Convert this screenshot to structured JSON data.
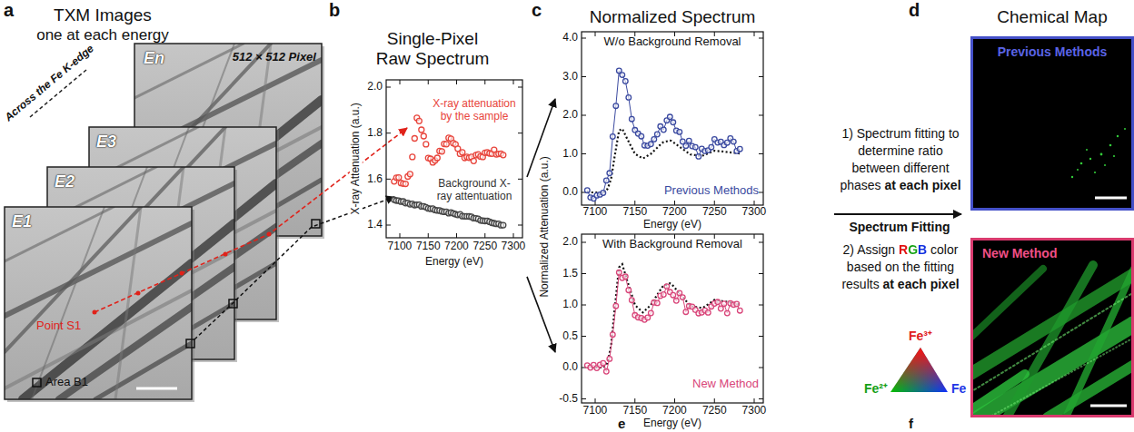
{
  "diagram": {
    "nodes": [
      {
        "text": [
          "Single-Pixel Raw Spectrum"
        ]
      },
      {
        "text": [
          "W/o Background Removal",
          "Previous Methods"
        ]
      },
      {
        "text": [
          "With Background Removal",
          "New Method"
        ]
      },
      {
        "text": [
          "Previous Methods"
        ]
      },
      {
        "text": [
          "New Method"
        ]
      }
    ],
    "edges": [
      {
        "from": 0,
        "to": 1,
        "arrow": "to"
      },
      {
        "from": 0,
        "to": 2,
        "arrow": "to"
      }
    ],
    "labels": [
      "a",
      "TXM Images",
      "one at each energy",
      "Across the Fe K-edge",
      "En",
      "512 × 512 Pixel",
      "E3",
      "E2",
      "E1",
      "Point S1",
      "Area B1",
      "b",
      "2.0",
      "1.8",
      "1.6",
      "1.4",
      "X-ray Attenuation (a.u.)",
      "X-ray attenuation by the sample",
      "Background X-ray attentuation",
      "7100",
      "7150",
      "7200",
      "7250",
      "7300",
      "Energy (eV)",
      "c",
      "Normalized Spectrum",
      "4.0",
      "3.0",
      "2.0",
      "1.0",
      "0.0",
      "7100",
      "7150",
      "7200",
      "7250",
      "7300",
      "Energy (eV)",
      "Normalized Attenuation (a.u.)",
      "2.0",
      "1.5",
      "1.0",
      "0.5",
      "0.0",
      "-0.5",
      "7100",
      "7150",
      "7200",
      "7250",
      "7300",
      "Energy (eV)",
      "d",
      "Chemical Map",
      "1) Spectrum fitting to determine ratio between different phases",
      "at each pixel",
      "Spectrum Fitting",
      "2) Assign",
      "RGB",
      "color based on the fitting results",
      "at each pixel",
      "Fe³⁺",
      "Fe²⁺",
      "Fe",
      "e",
      "f"
    ]
  }
}
